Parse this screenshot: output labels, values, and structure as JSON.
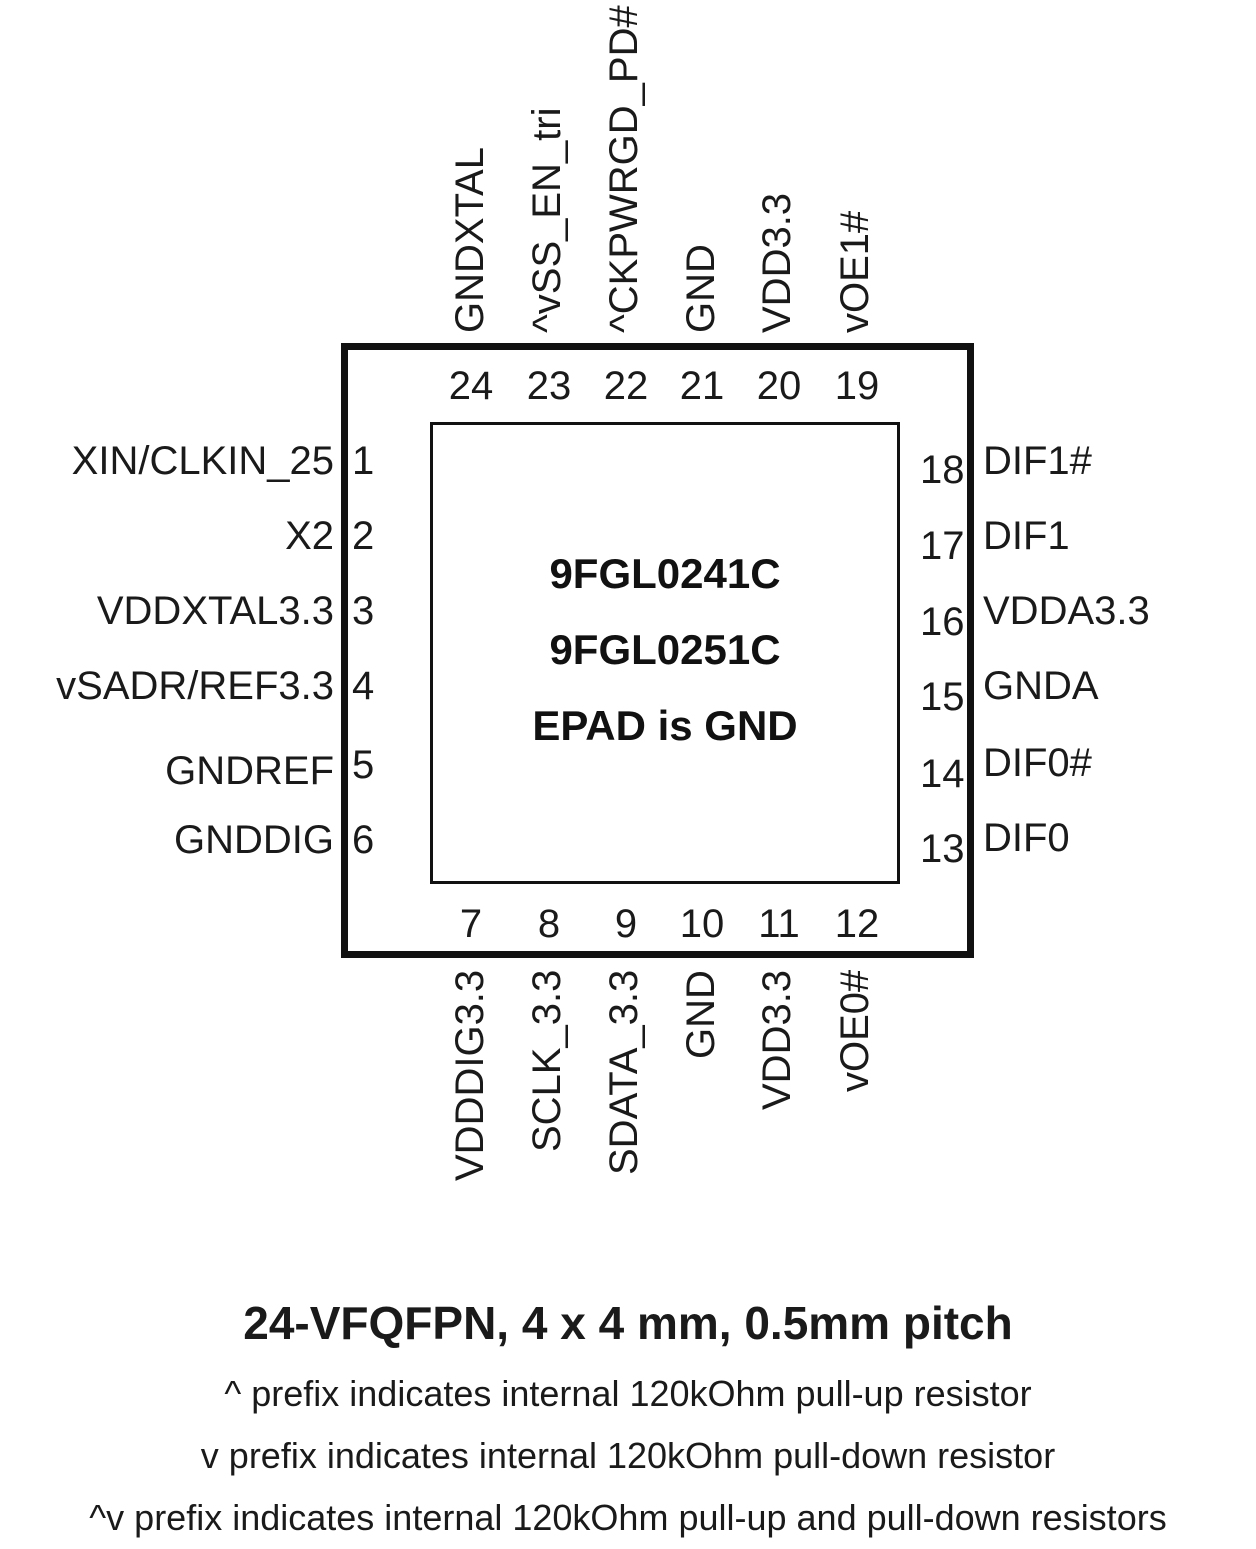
{
  "chip": {
    "part1": "9FGL0241C",
    "part2": "9FGL0251C",
    "epad": "EPAD is GND"
  },
  "pins": {
    "left": [
      {
        "num": "1",
        "name": "XIN/CLKIN_25"
      },
      {
        "num": "2",
        "name": "X2"
      },
      {
        "num": "3",
        "name": "VDDXTAL3.3"
      },
      {
        "num": "4",
        "name": "vSADR/REF3.3"
      },
      {
        "num": "5",
        "name": "GNDREF"
      },
      {
        "num": "6",
        "name": "GNDDIG"
      }
    ],
    "bottom": [
      {
        "num": "7",
        "name": "VDDDIG3.3"
      },
      {
        "num": "8",
        "name": "SCLK_3.3"
      },
      {
        "num": "9",
        "name": "SDATA_3.3"
      },
      {
        "num": "10",
        "name": "GND"
      },
      {
        "num": "11",
        "name": "VDD3.3"
      },
      {
        "num": "12",
        "name": "vOE0#"
      }
    ],
    "right": [
      {
        "num": "18",
        "name": "DIF1#"
      },
      {
        "num": "17",
        "name": "DIF1"
      },
      {
        "num": "16",
        "name": "VDDA3.3"
      },
      {
        "num": "15",
        "name": "GNDA"
      },
      {
        "num": "14",
        "name": "DIF0#"
      },
      {
        "num": "13",
        "name": "DIF0"
      }
    ],
    "top": [
      {
        "num": "24",
        "name": "GNDXTAL"
      },
      {
        "num": "23",
        "name": "^vSS_EN_tri"
      },
      {
        "num": "22",
        "name": "^CKPWRGD_PD#"
      },
      {
        "num": "21",
        "name": "GND"
      },
      {
        "num": "20",
        "name": "VDD3.3"
      },
      {
        "num": "19",
        "name": "vOE1#"
      }
    ]
  },
  "caption": {
    "title": "24-VFQFPN, 4 x 4 mm, 0.5mm pitch",
    "notes": [
      "^ prefix indicates internal 120kOhm pull-up resistor",
      "v prefix indicates internal 120kOhm pull-down resistor",
      "^v prefix indicates internal 120kOhm pull-up and pull-down resistors"
    ]
  }
}
